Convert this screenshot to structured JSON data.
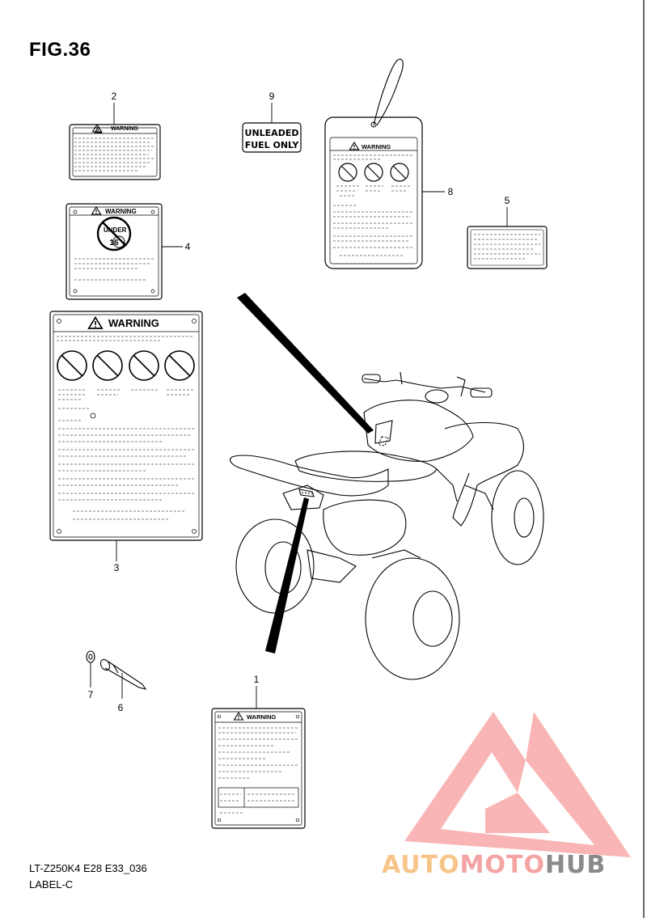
{
  "figure": {
    "title": "FIG.36",
    "code": "LT-Z250K4 E28 E33_036",
    "name": "LABEL-C"
  },
  "parts": [
    {
      "num": "1"
    },
    {
      "num": "2"
    },
    {
      "num": "3"
    },
    {
      "num": "4"
    },
    {
      "num": "5"
    },
    {
      "num": "6"
    },
    {
      "num": "7"
    },
    {
      "num": "8"
    },
    {
      "num": "9"
    }
  ],
  "labels": {
    "warning": "WARNING",
    "unleaded_line1": "UNLEADED",
    "unleaded_line2": "FUEL ONLY",
    "under_word": "UNDER",
    "under_age": "16"
  },
  "watermark": {
    "part1": "AUTO",
    "part2": "MOTO",
    "part3": "HUB",
    "colors": {
      "auto": "#f7c58a",
      "moto": "#f5a3a3",
      "hub": "#8a8a8a",
      "logo": "#f79b9b"
    }
  }
}
